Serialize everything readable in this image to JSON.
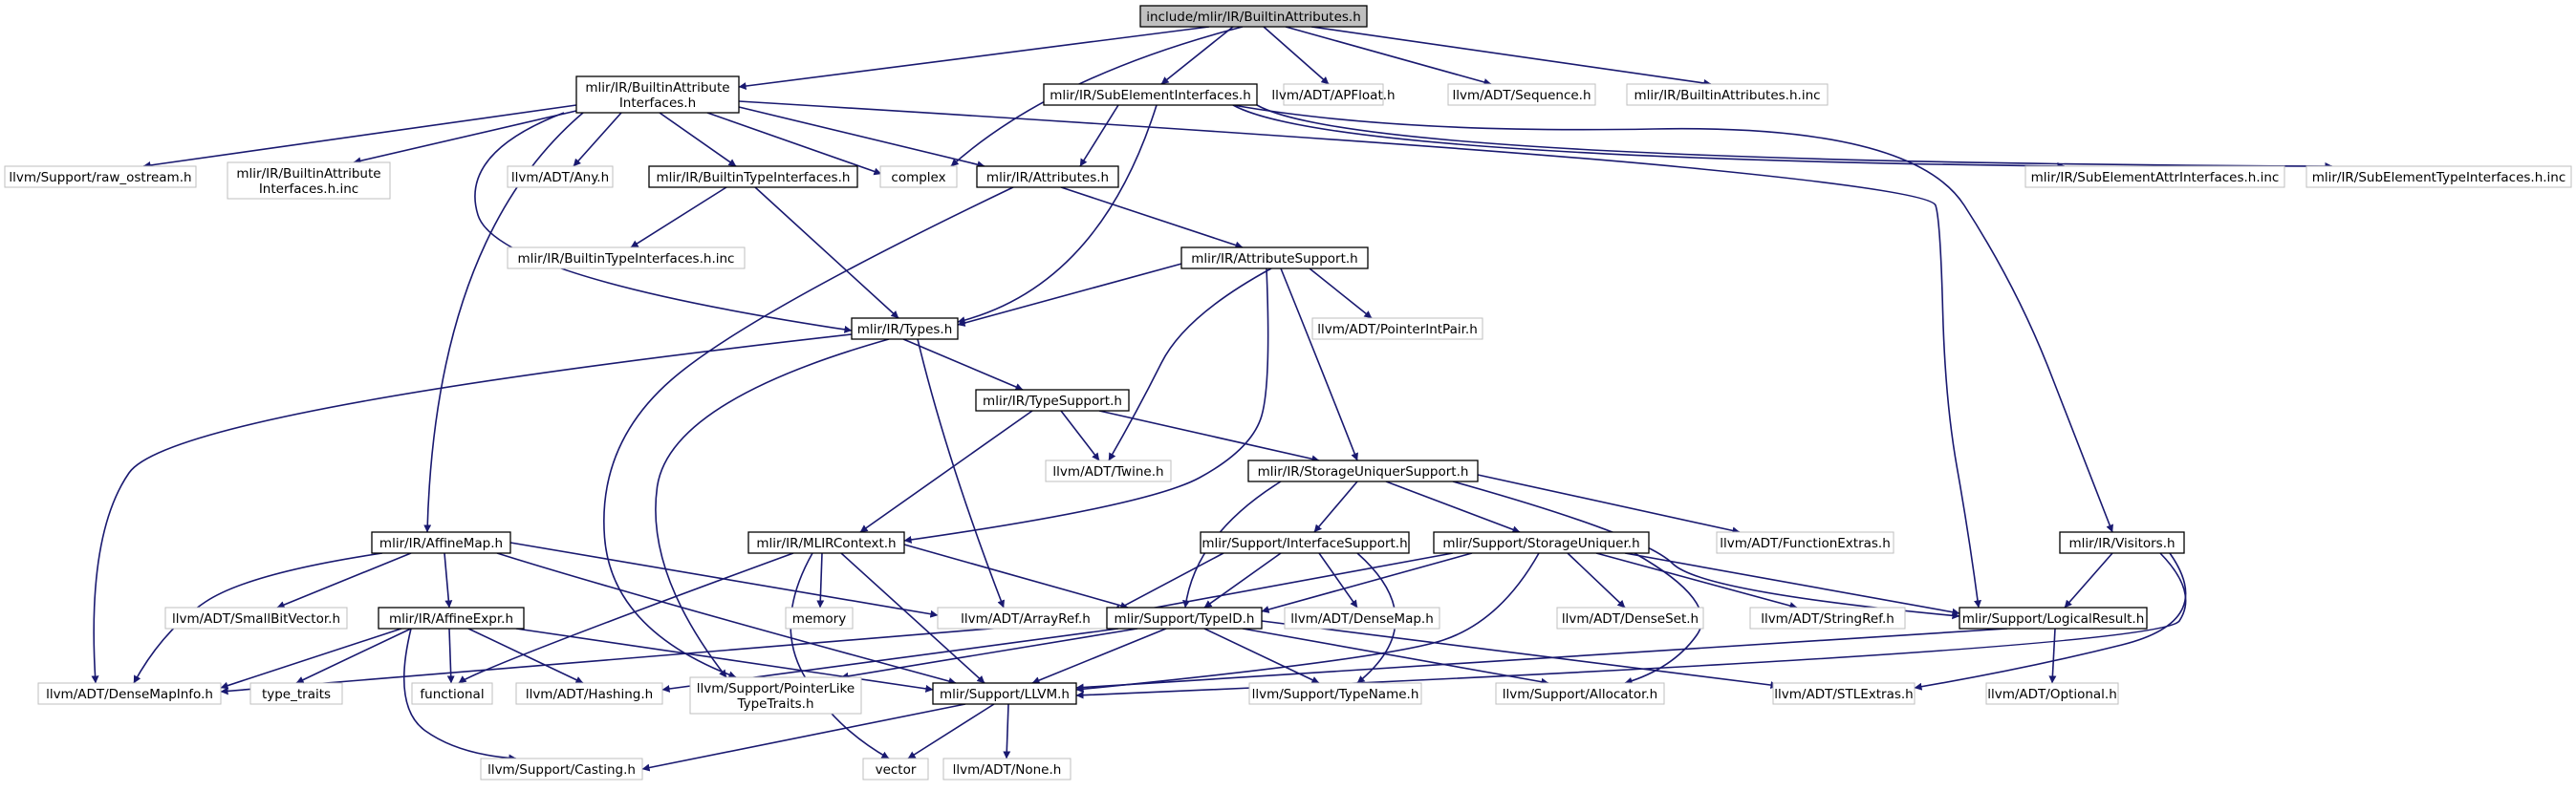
{
  "colors": {
    "edge": "#191970",
    "root_fill": "#bfbfbf",
    "node_border": "#000000",
    "external_border": "#bfbfbf"
  },
  "nodes": {
    "root": {
      "lines": [
        "include/mlir/IR/BuiltinAttributes.h"
      ]
    },
    "biai": {
      "lines": [
        "mlir/IR/BuiltinAttribute",
        "Interfaces.h"
      ]
    },
    "sei": {
      "lines": [
        "mlir/IR/SubElementInterfaces.h"
      ]
    },
    "apfloat": {
      "lines": [
        "llvm/ADT/APFloat.h"
      ]
    },
    "sequence": {
      "lines": [
        "llvm/ADT/Sequence.h"
      ]
    },
    "biainc": {
      "lines": [
        "mlir/IR/BuiltinAttributes.h.inc"
      ]
    },
    "rawostream": {
      "lines": [
        "llvm/Support/raw_ostream.h"
      ]
    },
    "biaiinc": {
      "lines": [
        "mlir/IR/BuiltinAttribute",
        "Interfaces.h.inc"
      ]
    },
    "any": {
      "lines": [
        "llvm/ADT/Any.h"
      ]
    },
    "bti": {
      "lines": [
        "mlir/IR/BuiltinTypeInterfaces.h"
      ]
    },
    "complex": {
      "lines": [
        "complex"
      ]
    },
    "attributes": {
      "lines": [
        "mlir/IR/Attributes.h"
      ]
    },
    "seattrinc": {
      "lines": [
        "mlir/IR/SubElementAttrInterfaces.h.inc"
      ]
    },
    "setypeinc": {
      "lines": [
        "mlir/IR/SubElementTypeInterfaces.h.inc"
      ]
    },
    "btiinc": {
      "lines": [
        "mlir/IR/BuiltinTypeInterfaces.h.inc"
      ]
    },
    "attrsupport": {
      "lines": [
        "mlir/IR/AttributeSupport.h"
      ]
    },
    "types": {
      "lines": [
        "mlir/IR/Types.h"
      ]
    },
    "pointerintpair": {
      "lines": [
        "llvm/ADT/PointerIntPair.h"
      ]
    },
    "typesupport": {
      "lines": [
        "mlir/IR/TypeSupport.h"
      ]
    },
    "twine": {
      "lines": [
        "llvm/ADT/Twine.h"
      ]
    },
    "sus": {
      "lines": [
        "mlir/IR/StorageUniquerSupport.h"
      ]
    },
    "affinemap": {
      "lines": [
        "mlir/IR/AffineMap.h"
      ]
    },
    "mlircontext": {
      "lines": [
        "mlir/IR/MLIRContext.h"
      ]
    },
    "interfacesupport": {
      "lines": [
        "mlir/Support/InterfaceSupport.h"
      ]
    },
    "storageuniquer": {
      "lines": [
        "mlir/Support/StorageUniquer.h"
      ]
    },
    "functionextras": {
      "lines": [
        "llvm/ADT/FunctionExtras.h"
      ]
    },
    "visitors": {
      "lines": [
        "mlir/IR/Visitors.h"
      ]
    },
    "smallbitvector": {
      "lines": [
        "llvm/ADT/SmallBitVector.h"
      ]
    },
    "affineexpr": {
      "lines": [
        "mlir/IR/AffineExpr.h"
      ]
    },
    "memory": {
      "lines": [
        "memory"
      ]
    },
    "arrayref": {
      "lines": [
        "llvm/ADT/ArrayRef.h"
      ]
    },
    "typeid": {
      "lines": [
        "mlir/Support/TypeID.h"
      ]
    },
    "densemap": {
      "lines": [
        "llvm/ADT/DenseMap.h"
      ]
    },
    "denseset": {
      "lines": [
        "llvm/ADT/DenseSet.h"
      ]
    },
    "stringref": {
      "lines": [
        "llvm/ADT/StringRef.h"
      ]
    },
    "logicalresult": {
      "lines": [
        "mlir/Support/LogicalResult.h"
      ]
    },
    "densemapinfo": {
      "lines": [
        "llvm/ADT/DenseMapInfo.h"
      ]
    },
    "typetraits": {
      "lines": [
        "type_traits"
      ]
    },
    "functional": {
      "lines": [
        "functional"
      ]
    },
    "hashing": {
      "lines": [
        "llvm/ADT/Hashing.h"
      ]
    },
    "pointerlike": {
      "lines": [
        "llvm/Support/PointerLike",
        "TypeTraits.h"
      ]
    },
    "llvmh": {
      "lines": [
        "mlir/Support/LLVM.h"
      ]
    },
    "typename": {
      "lines": [
        "llvm/Support/TypeName.h"
      ]
    },
    "allocator": {
      "lines": [
        "llvm/Support/Allocator.h"
      ]
    },
    "stlextras": {
      "lines": [
        "llvm/ADT/STLExtras.h"
      ]
    },
    "optional": {
      "lines": [
        "llvm/ADT/Optional.h"
      ]
    },
    "casting": {
      "lines": [
        "llvm/Support/Casting.h"
      ]
    },
    "vector": {
      "lines": [
        "vector"
      ]
    },
    "none": {
      "lines": [
        "llvm/ADT/None.h"
      ]
    }
  }
}
